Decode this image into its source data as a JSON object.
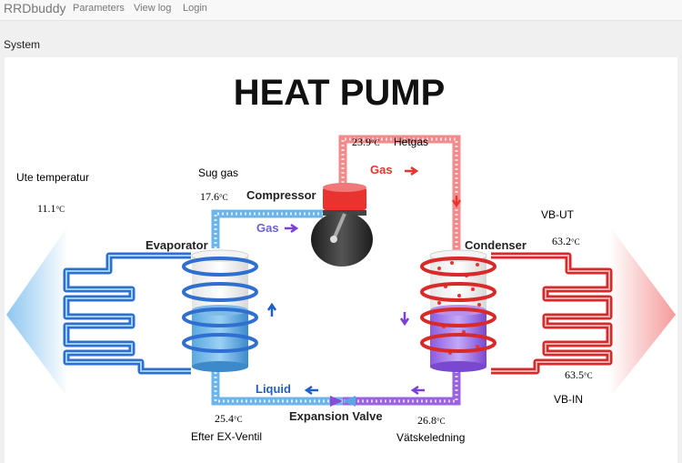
{
  "nav": {
    "brand": "RRDbuddy",
    "items": [
      {
        "label": "Parameters"
      },
      {
        "label": "View log"
      },
      {
        "label": "Login"
      }
    ]
  },
  "page": {
    "section_title": "System"
  },
  "diagram": {
    "title": "HEAT PUMP",
    "components": {
      "compressor": "Compressor",
      "evaporator": "Evaporator",
      "condenser": "Condenser",
      "expansion_valve": "Expansion Valve"
    },
    "flow_labels": {
      "gas_hot": "Gas",
      "gas_cold": "Gas",
      "liquid": "Liquid"
    },
    "colors": {
      "hot": "#e8332e",
      "cold": "#2e7fd6",
      "liquid": "#8a4bd6"
    }
  },
  "readings": {
    "ute": {
      "label": "Ute temperatur",
      "value": "11.1",
      "unit": "°C"
    },
    "sug_gas": {
      "label": "Sug gas",
      "value": "17.6",
      "unit": "°C"
    },
    "hetgas": {
      "label": "Hetgas",
      "value": "23.9",
      "unit": "°C"
    },
    "vb_ut": {
      "label": "VB-UT",
      "value": "63.2",
      "unit": "°C"
    },
    "vb_in": {
      "label": "VB-IN",
      "value": "63.5",
      "unit": "°C"
    },
    "efter_ex": {
      "label": "Efter EX-Ventil",
      "value": "25.4",
      "unit": "°C"
    },
    "vatskeledning": {
      "label": "Vätskeledning",
      "value": "26.8",
      "unit": "°C"
    }
  }
}
